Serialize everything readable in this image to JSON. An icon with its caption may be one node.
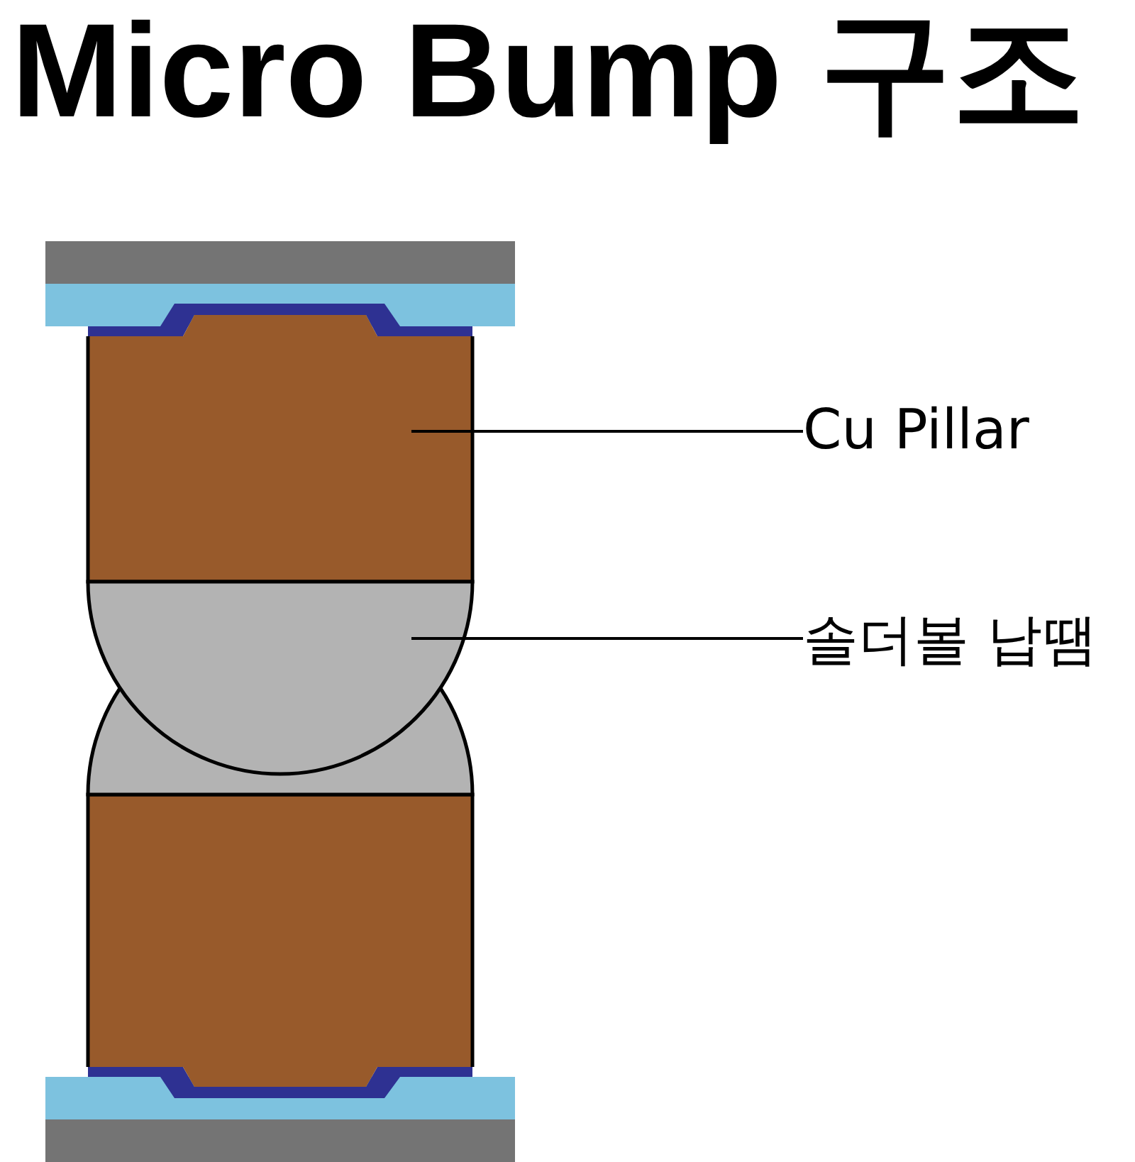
{
  "diagram": {
    "title": "Micro Bump 구조",
    "nodes": [
      {
        "text": [
          "Cu Pillar"
        ]
      },
      {
        "text": [],
        "shape": "box"
      },
      {
        "text": [
          "솔더볼 납땜"
        ]
      },
      {
        "text": [],
        "shape": "circle"
      }
    ],
    "edges": [
      {
        "from": 0,
        "to": 1,
        "arrow": "none"
      },
      {
        "from": 2,
        "to": 3,
        "arrow": "none"
      }
    ]
  }
}
